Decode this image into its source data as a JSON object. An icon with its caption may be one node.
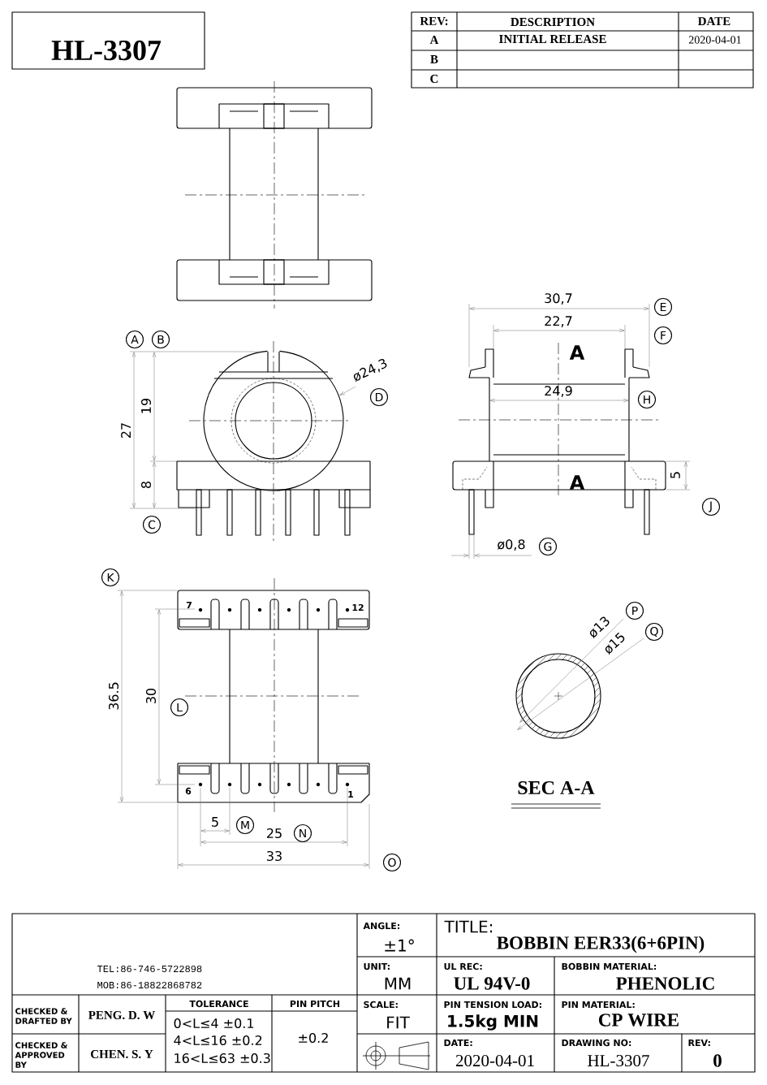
{
  "diagram": {
    "title": "HL-3307",
    "labels": [
      "REV:",
      "DESCRIPTION",
      "DATE",
      "A",
      "INITIAL RELEASE",
      "2020-04-01",
      "B",
      "C",
      "30,7",
      "E",
      "22,7",
      "F",
      "A",
      "A",
      "B",
      "ø24,3",
      "D",
      "24,9",
      "H",
      "27",
      "19",
      "5",
      "A",
      "8",
      "C",
      "J",
      "ø0,8",
      "G",
      "K",
      "7",
      "12",
      "P",
      "ø13",
      "ø15",
      "Q",
      "36.5",
      "30",
      "L",
      "6",
      "1",
      "SEC A-A",
      "5",
      "M",
      "25",
      "N",
      "33",
      "O",
      "TEL:86-746-5722898",
      "MOB:86-18822868782",
      "ANGLE:",
      "±1°",
      "TITLE:",
      "BOBBIN EER33(6+6PIN)",
      "UNIT:",
      "MM",
      "UL REC:",
      "UL 94V-0",
      "BOBBIN MATERIAL:",
      "PHENOLIC",
      "CHECKED & DRAFTED BY",
      "PENG. D. W",
      "TOLERANCE",
      "PIN PITCH",
      "SCALE:",
      "PIN TENSION LOAD:",
      "PIN MATERIAL:",
      "0<L≤4 ±0.1",
      "FIT",
      "1.5kg MIN",
      "CP WIRE",
      "4<L≤16 ±0.2",
      "±0.2",
      "CHECKED & APPROVED BY",
      "CHEN. S. Y",
      "16<L≤63 ±0.3",
      "DATE:",
      "2020-04-01",
      "DRAWING NO:",
      "HL-3307",
      "REV:",
      "0"
    ]
  }
}
